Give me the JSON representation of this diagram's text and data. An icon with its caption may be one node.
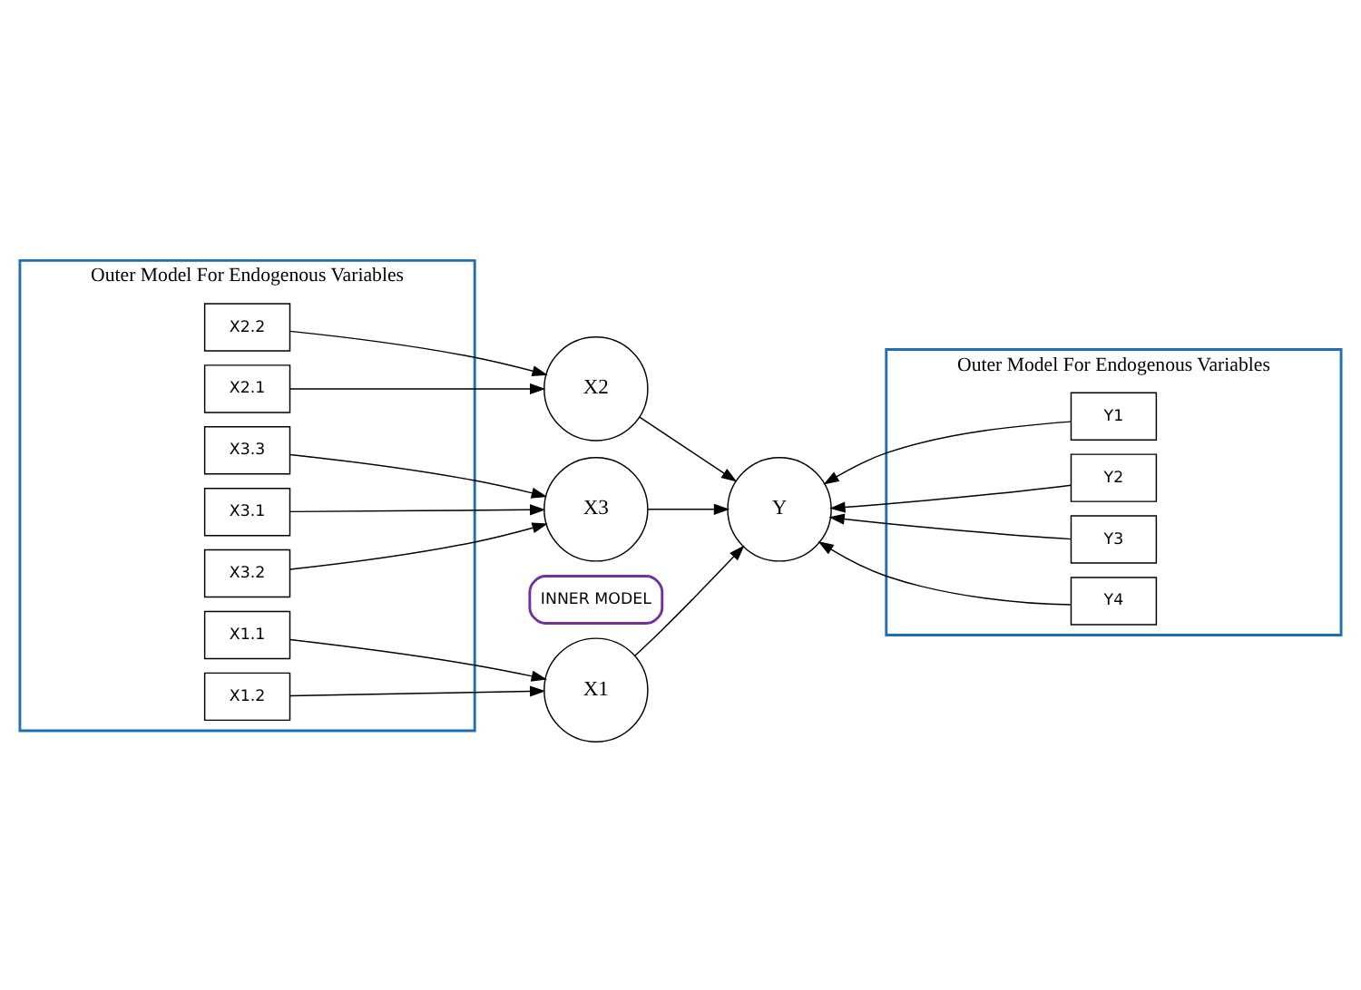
{
  "diagram": {
    "nodes": [
      {
        "text": [
          "Outer Model For Endogenous Variables"
        ]
      },
      {
        "text": [
          "Outer Model For Endogenous Variables"
        ]
      },
      {
        "text": [
          "INNER MODEL"
        ]
      },
      {
        "text": [
          "X1.1"
        ],
        "in": 0
      },
      {
        "text": [
          "X1.2"
        ],
        "in": 0
      },
      {
        "text": [
          "X1"
        ]
      },
      {
        "text": [
          "X2.1"
        ],
        "in": 0
      },
      {
        "text": [
          "X2.2"
        ],
        "in": 0
      },
      {
        "text": [
          "X2"
        ]
      },
      {
        "text": [
          "X3.1"
        ],
        "in": 0
      },
      {
        "text": [
          "X3.2"
        ],
        "in": 0
      },
      {
        "text": [
          "X3.3"
        ],
        "in": 0
      },
      {
        "text": [
          "X3"
        ]
      },
      {
        "text": [
          "Y"
        ]
      },
      {
        "text": [
          "Y1"
        ],
        "in": 1
      },
      {
        "text": [
          "Y2"
        ],
        "in": 1
      },
      {
        "text": [
          "Y3"
        ],
        "in": 1
      },
      {
        "text": [
          "Y4"
        ],
        "in": 1
      }
    ],
    "edges": [
      {
        "from": 3,
        "to": 5,
        "arrow": "to"
      },
      {
        "from": 4,
        "to": 5,
        "arrow": "to"
      },
      {
        "from": 6,
        "to": 8,
        "arrow": "to"
      },
      {
        "from": 7,
        "to": 8,
        "arrow": "to"
      },
      {
        "from": 9,
        "to": 12,
        "arrow": "to"
      },
      {
        "from": 10,
        "to": 12,
        "arrow": "to"
      },
      {
        "from": 11,
        "to": 12,
        "arrow": "to"
      },
      {
        "from": 5,
        "to": 13,
        "arrow": "to"
      },
      {
        "from": 8,
        "to": 13,
        "arrow": "to"
      },
      {
        "from": 12,
        "to": 13,
        "arrow": "to"
      },
      {
        "from": 14,
        "to": 13,
        "arrow": "to"
      },
      {
        "from": 15,
        "to": 13,
        "arrow": "to"
      },
      {
        "from": 16,
        "to": 13,
        "arrow": "to"
      },
      {
        "from": 17,
        "to": 13,
        "arrow": "to"
      }
    ]
  }
}
